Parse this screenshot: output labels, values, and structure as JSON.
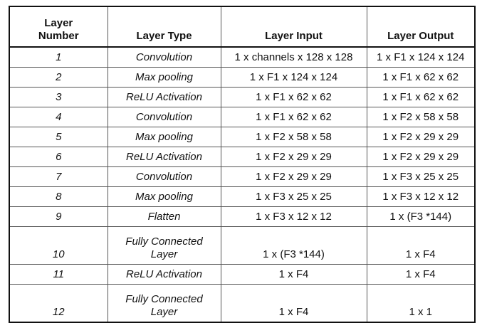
{
  "table": {
    "headers": [
      "Layer\nNumber",
      "Layer Type",
      "Layer Input",
      "Layer Output"
    ],
    "rows": [
      {
        "number": "1",
        "type": "Convolution",
        "input": "1 x channels x 128 x 128",
        "output": "1 x F1 x 124 x 124"
      },
      {
        "number": "2",
        "type": "Max pooling",
        "input": "1 x F1 x 124 x 124",
        "output": "1 x F1 x 62 x 62"
      },
      {
        "number": "3",
        "type": "ReLU Activation",
        "input": "1 x F1 x 62 x 62",
        "output": "1 x F1 x 62 x 62"
      },
      {
        "number": "4",
        "type": "Convolution",
        "input": "1 x F1 x 62 x 62",
        "output": "1 x F2 x 58 x 58"
      },
      {
        "number": "5",
        "type": "Max pooling",
        "input": "1 x F2 x 58 x 58",
        "output": "1 x F2 x 29 x 29"
      },
      {
        "number": "6",
        "type": "ReLU Activation",
        "input": "1 x F2 x 29 x 29",
        "output": "1 x F2 x 29 x 29"
      },
      {
        "number": "7",
        "type": "Convolution",
        "input": "1 x F2 x 29 x 29",
        "output": "1 x F3 x 25 x 25"
      },
      {
        "number": "8",
        "type": "Max pooling",
        "input": "1 x F3 x 25 x 25",
        "output": "1 x F3 x 12 x 12"
      },
      {
        "number": "9",
        "type": "Flatten",
        "input": "1 x F3 x 12 x 12",
        "output": "1 x (F3 *144)"
      },
      {
        "number": "10",
        "type": "Fully Connected\nLayer",
        "input": "1 x (F3 *144)",
        "output": "1 x F4"
      },
      {
        "number": "11",
        "type": "ReLU Activation",
        "input": "1 x F4",
        "output": "1 x F4"
      },
      {
        "number": "12",
        "type": "Fully Connected\nLayer",
        "input": "1 x F4",
        "output": "1 x 1"
      }
    ]
  }
}
